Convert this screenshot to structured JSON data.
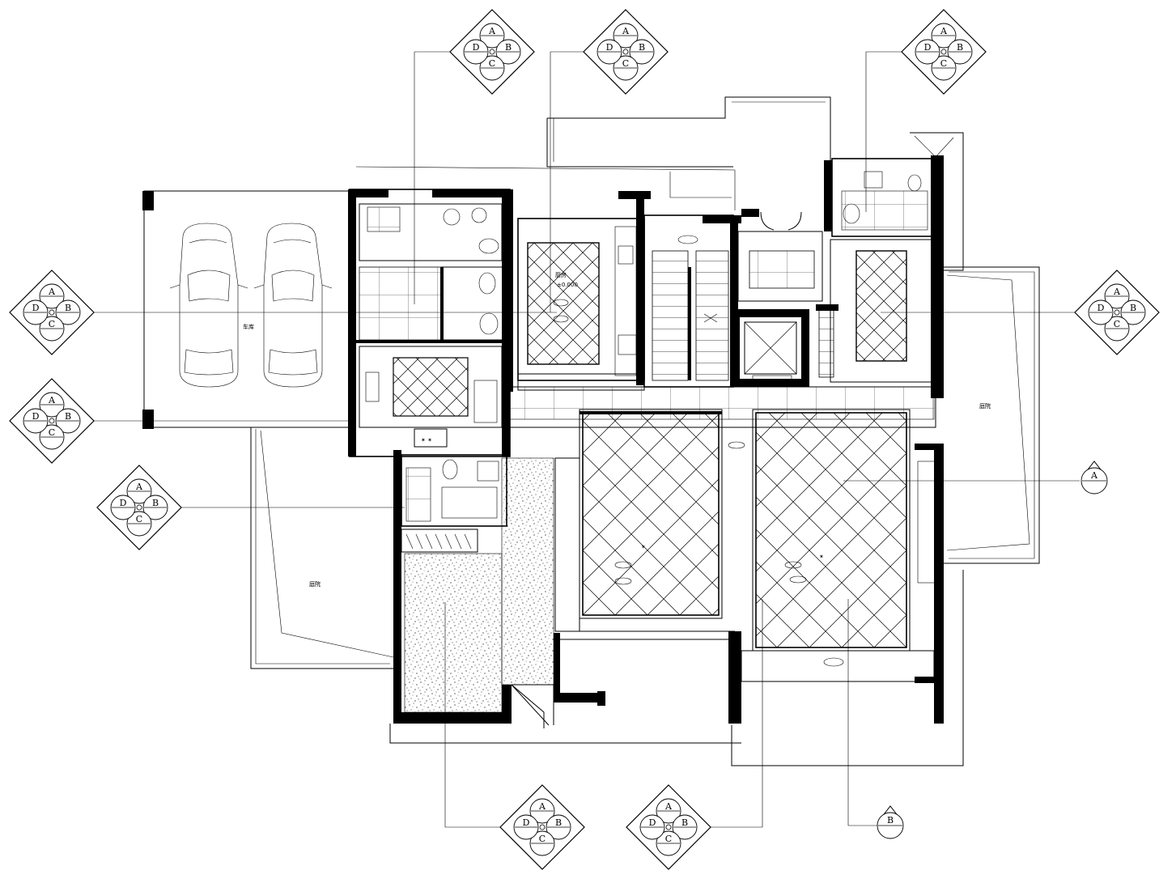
{
  "labels": {
    "kitchen": "厨房",
    "kitchen_elev": "±0.000"
  },
  "index_symbols": [
    {
      "id": "top-left",
      "keys": [
        "A",
        "B",
        "C",
        "D"
      ]
    },
    {
      "id": "top-middle",
      "keys": [
        "A",
        "B",
        "C",
        "D"
      ]
    },
    {
      "id": "top-right",
      "keys": [
        "A",
        "B",
        "C",
        "D"
      ]
    },
    {
      "id": "left-upper",
      "keys": [
        "A",
        "B",
        "C",
        "D"
      ]
    },
    {
      "id": "left-lower",
      "keys": [
        "A",
        "B",
        "C",
        "D"
      ]
    },
    {
      "id": "left-mid",
      "keys": [
        "A",
        "B",
        "C",
        "D"
      ]
    },
    {
      "id": "right-upper",
      "keys": [
        "A",
        "B",
        "C",
        "D"
      ]
    },
    {
      "id": "bottom-center-left",
      "keys": [
        "A",
        "B",
        "C",
        "D"
      ]
    },
    {
      "id": "bottom-center",
      "keys": [
        "A",
        "B",
        "C",
        "D"
      ]
    }
  ],
  "single_markers": [
    {
      "id": "right-single",
      "key": "A"
    },
    {
      "id": "bottom-right-single",
      "key": "B"
    }
  ]
}
